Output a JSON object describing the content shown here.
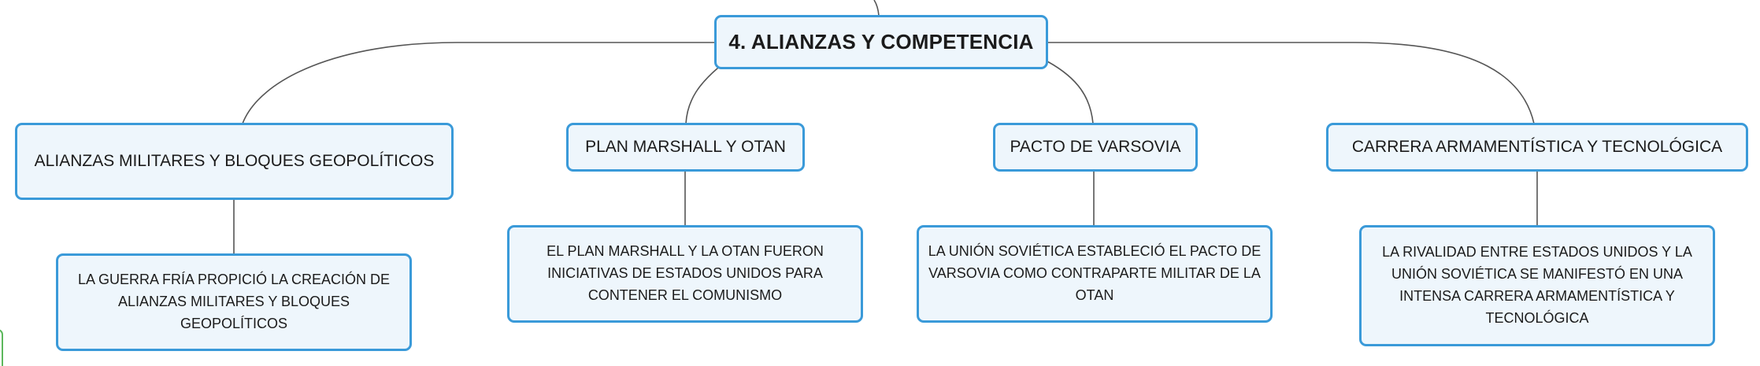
{
  "root": {
    "label": "4. ALIANZAS Y COMPETENCIA"
  },
  "branches": [
    {
      "label": "ALIANZAS MILITARES Y BLOQUES GEOPOLÍTICOS",
      "detail": "LA GUERRA FRÍA PROPICIÓ LA CREACIÓN DE ALIANZAS MILITARES Y BLOQUES GEOPOLÍTICOS"
    },
    {
      "label": "PLAN MARSHALL Y OTAN",
      "detail": "EL PLAN MARSHALL Y LA OTAN FUERON INICIATIVAS DE ESTADOS UNIDOS PARA CONTENER EL COMUNISMO"
    },
    {
      "label": "PACTO DE VARSOVIA",
      "detail": "LA UNIÓN SOVIÉTICA ESTABLECIÓ EL PACTO DE VARSOVIA COMO CONTRAPARTE MILITAR DE LA OTAN"
    },
    {
      "label": "CARRERA ARMAMENTÍSTICA Y TECNOLÓGICA",
      "detail": "LA RIVALIDAD ENTRE ESTADOS UNIDOS Y LA UNIÓN SOVIÉTICA SE MANIFESTÓ EN UNA INTENSA CARRERA ARMAMENTÍSTICA Y TECNOLÓGICA"
    }
  ],
  "colors": {
    "node_border": "#3a9ad9",
    "node_fill": "#eef6fc",
    "connector": "#555555",
    "text": "#1b1b1b"
  }
}
